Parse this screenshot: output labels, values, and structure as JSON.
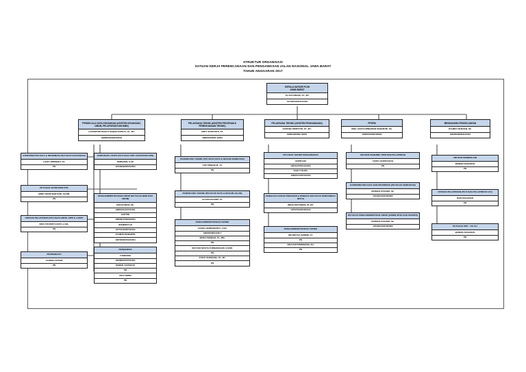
{
  "title": {
    "line1": "STRUKTUR ORGANISASI",
    "line2": "SATUAN KERJA PERENCANAAN DAN PENGAWASAN JALAN NASIONAL JAWA BARAT",
    "line3": "TAHUN ANGGARAN 2017"
  },
  "colors": {
    "header_fill": "#c5d5ea",
    "box_border": "#1d1d1d",
    "frame_border": "#5a5a5a",
    "page_background": "#ffffff"
  },
  "root": {
    "header": "KEPALA SATKER P2JN\nJAWA BARAT",
    "rows": [
      "ALI RACHMADI, ST., MT.",
      "197409102001121004"
    ]
  },
  "level2": [
    {
      "header": "PENGELOLA DATA KEUANGAN (ASISTEN KEUANGAN, UMUM, PELAPORAN DAN BMN)",
      "rows": [
        "LNTANPURI SHAKTI HAQIQI HUDAYA, ST., MT.",
        "198605042009122001"
      ]
    },
    {
      "header": "PELAKSANA TEKNIK (ASISTEN PROGRAM & PERENCANAAN TEKNIK)",
      "rows": [
        "ANDY SURYANTO, ST.",
        "198601220081 22002"
      ]
    },
    {
      "header": "PELAKSANA TEKNIK (ASISTEN PENGAWASAN)",
      "rows": [
        "AFRIANA DWIPUTRI, ST., MT.",
        "198604220081 22001"
      ]
    },
    {
      "header": "PPSPM",
      "rows": [
        "MOH. HADI KURNIAWAN SUMANTRI, SE.",
        "19650516092103002"
      ]
    },
    {
      "header": "BENDAHARA PENGELUARAN",
      "rows": [
        "RAHMAT BURHAN, SE.",
        "198405020801121001"
      ]
    }
  ],
  "columns": [
    {
      "name": "column-keuangan",
      "boxes": [
        {
          "header": "KOORDINATOR DATA & INFORMASI (PETUGAS KEUANGAN)",
          "rows": [
            "LUCKY KRISNADY, ST.",
            "PN"
          ]
        },
        {
          "header": "PETUGAS AKUNTANSI KPA",
          "rows": [
            "GINNY NOOR MARTIANI, S.KOM.",
            "PN"
          ]
        },
        {
          "header": "URUSAN PELAPORAN (PETUGAS EMON, SIPP & LAKIP)",
          "rows": [
            "DIKO TRI KRISYUANTO, A.MA.",
            "PN"
          ]
        },
        {
          "header": "PRAMUBAKTI",
          "rows": [
            "ACHMAD SUDOM",
            "PN"
          ]
        }
      ]
    },
    {
      "name": "column-verifikasi-umum",
      "boxes": [
        {
          "header": "VERIFIKASI LAKIP2 (PETUGAS UNIT AKUNTANSI KPB)",
          "rows": [
            "NURHAEIN, S.AP.",
            "197309092005012000"
          ]
        },
        {
          "header": "PENGADMINISTRASIAN UMUM (PETUGAS BMN DAN UMUM)",
          "rows": [
            "DADAS IRIAN, SE.",
            "196801012007011001",
            "HARTINI",
            "196806157992022004",
            "ROHIDIN FUJI",
            "197701120087011004",
            "ACHMAD MUBAROK",
            "196702092161211004"
          ]
        },
        {
          "header": "PENGEMUDI",
          "rows": [
            "YUSMANSA",
            "196486002007011001",
            "KOMAR JULROZAK",
            "PN",
            "UNJU INDRA",
            "PN"
          ]
        }
      ]
    },
    {
      "name": "column-perencana-teknik",
      "boxes": [
        {
          "header": "PERENCANA TEKNIK (PETUGAS DATA & DESAIN JEMBATAN)",
          "rows": [
            "YUDI PRIBADI M., ST.",
            "PN"
          ]
        },
        {
          "header": "PERENCANA TEKNIK (PETUGAS DATA & DESAIN JALAN)",
          "rows": [
            "ALFIAN EFFENDI, ST.",
            "PN"
          ]
        },
        {
          "header": "PENGADMINISTRASIAN TEKNIK",
          "rows": [
            "AGUNG HERMAWANTO, A.Md.",
            "198200008012200 1",
            "INDRA PERMADI, ST., MM.",
            "PN",
            "NOFTIAR NOVITA PURNAMASARI, S.KOM.",
            "PN",
            "PUPUT NURDIANA, ST., MT.",
            "PN"
          ]
        }
      ]
    },
    {
      "name": "column-pengawasan",
      "boxes": [
        {
          "header": "PETUGAS TEKNIK PENGAWASAN",
          "rows": [
            "SUPRIYADI",
            "196310279001012002",
            "DADI YUSUPA,",
            "196901172007011003"
          ]
        },
        {
          "header": "PENGEVALUASIAN PROGRAM & KINERJA (PETUGAS PENGENDALI MUTU)",
          "rows": [
            "INDAH MUTIAWAN, ST.,MT.",
            "197607042004002010"
          ]
        },
        {
          "header": "PENGADMINISTRASIAN TEKNIK",
          "rows": [
            "IRFANSYAH HARDINI, ST.",
            "PN",
            "NISA PURTIWININGSIH, SH.",
            "PN"
          ]
        }
      ]
    },
    {
      "name": "column-ppspm",
      "boxes": [
        {
          "header": "URUSAN PENERBIT SPM DAN PELAPORAN",
          "rows": [
            "TANIYU SUPRIYANTO",
            "PN"
          ]
        },
        {
          "header": "KOORDINATOR DATA DAN INFORMASI (PETUGAS VERIFIKASI)",
          "rows": [
            "MARHEN SUSANDI, SE.",
            "197306472007003005"
          ]
        },
        {
          "header": "PETUGAS PENGADMINISTRASI UMUM (ADMIN SP2D DAN SAS/SP2)",
          "rows": [
            "MARHEN SUSANDI, SE.",
            "197306472007003005"
          ]
        }
      ]
    },
    {
      "name": "column-bendahara",
      "boxes": [
        {
          "header": "URUSAN PEMBUKUAN",
          "rows": [
            "BENERA RAHADIAN",
            "PN"
          ]
        },
        {
          "header": "URUSAN PELAPORAN (PETUGAS PELAPORAN LPJ)",
          "rows": [
            "BUDI RAHADIAN",
            "PN"
          ]
        },
        {
          "header": "PETUGAS SPP - UP, GU",
          "rows": [
            "BENERA RAHADIAN",
            "PN"
          ]
        }
      ]
    }
  ]
}
